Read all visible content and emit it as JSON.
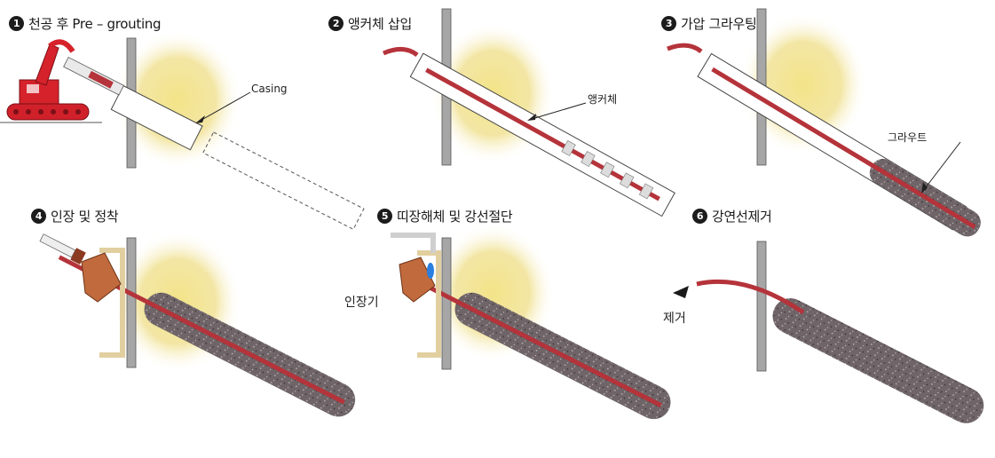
{
  "steps": [
    {
      "num": "1",
      "title": "천공 후 Pre – grouting"
    },
    {
      "num": "2",
      "title": "앵커체 삽입"
    },
    {
      "num": "3",
      "title": "가압 그라우팅"
    },
    {
      "num": "4",
      "title": "인장 및 정착"
    },
    {
      "num": "5",
      "title": "띠장해체 및 강선절단"
    },
    {
      "num": "6",
      "title": "강연선제거"
    }
  ],
  "callouts": {
    "casing": "Casing",
    "anchor_body": "앵커체",
    "grout": "그라우트"
  },
  "labels": {
    "jack": "인장기",
    "remove": "제거"
  },
  "colors": {
    "soil": "#efe08a",
    "wall": "#a9a9a9",
    "tendon": "#b5333a",
    "grout": "#6e6266",
    "machine": "#d6222b",
    "bracket": "#c06a3d"
  }
}
